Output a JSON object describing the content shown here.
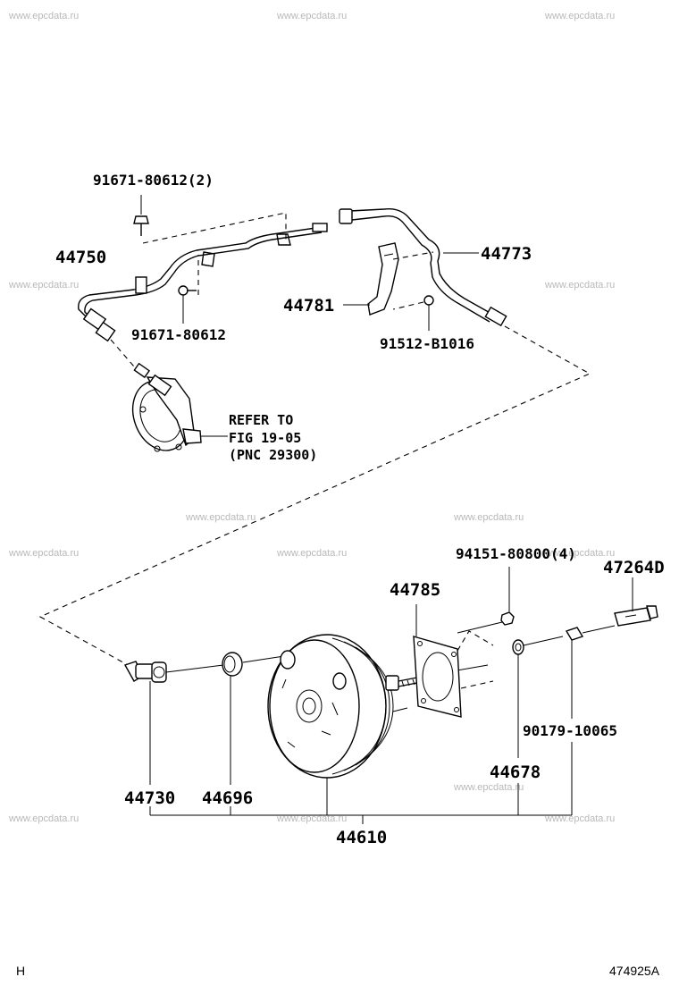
{
  "watermark": "www.epcdata.ru",
  "part_numbers": {
    "bolt_top": "91671-80612(2)",
    "hose_left": "44750",
    "bolt_mid": "91671-80612",
    "hose_right": "44773",
    "bracket": "44781",
    "clip": "91512-B1016",
    "nut": "94151-80800(4)",
    "clevis": "47264D",
    "gasket": "44785",
    "check_valve": "44730",
    "grommet": "44696",
    "pin": "90179-10065",
    "seal": "44678",
    "booster_assy": "44610"
  },
  "reference": {
    "line1": "REFER TO",
    "line2": "FIG 19-05",
    "line3": "(PNC 29300)"
  },
  "footer": {
    "left": "H",
    "right": "474925A"
  }
}
